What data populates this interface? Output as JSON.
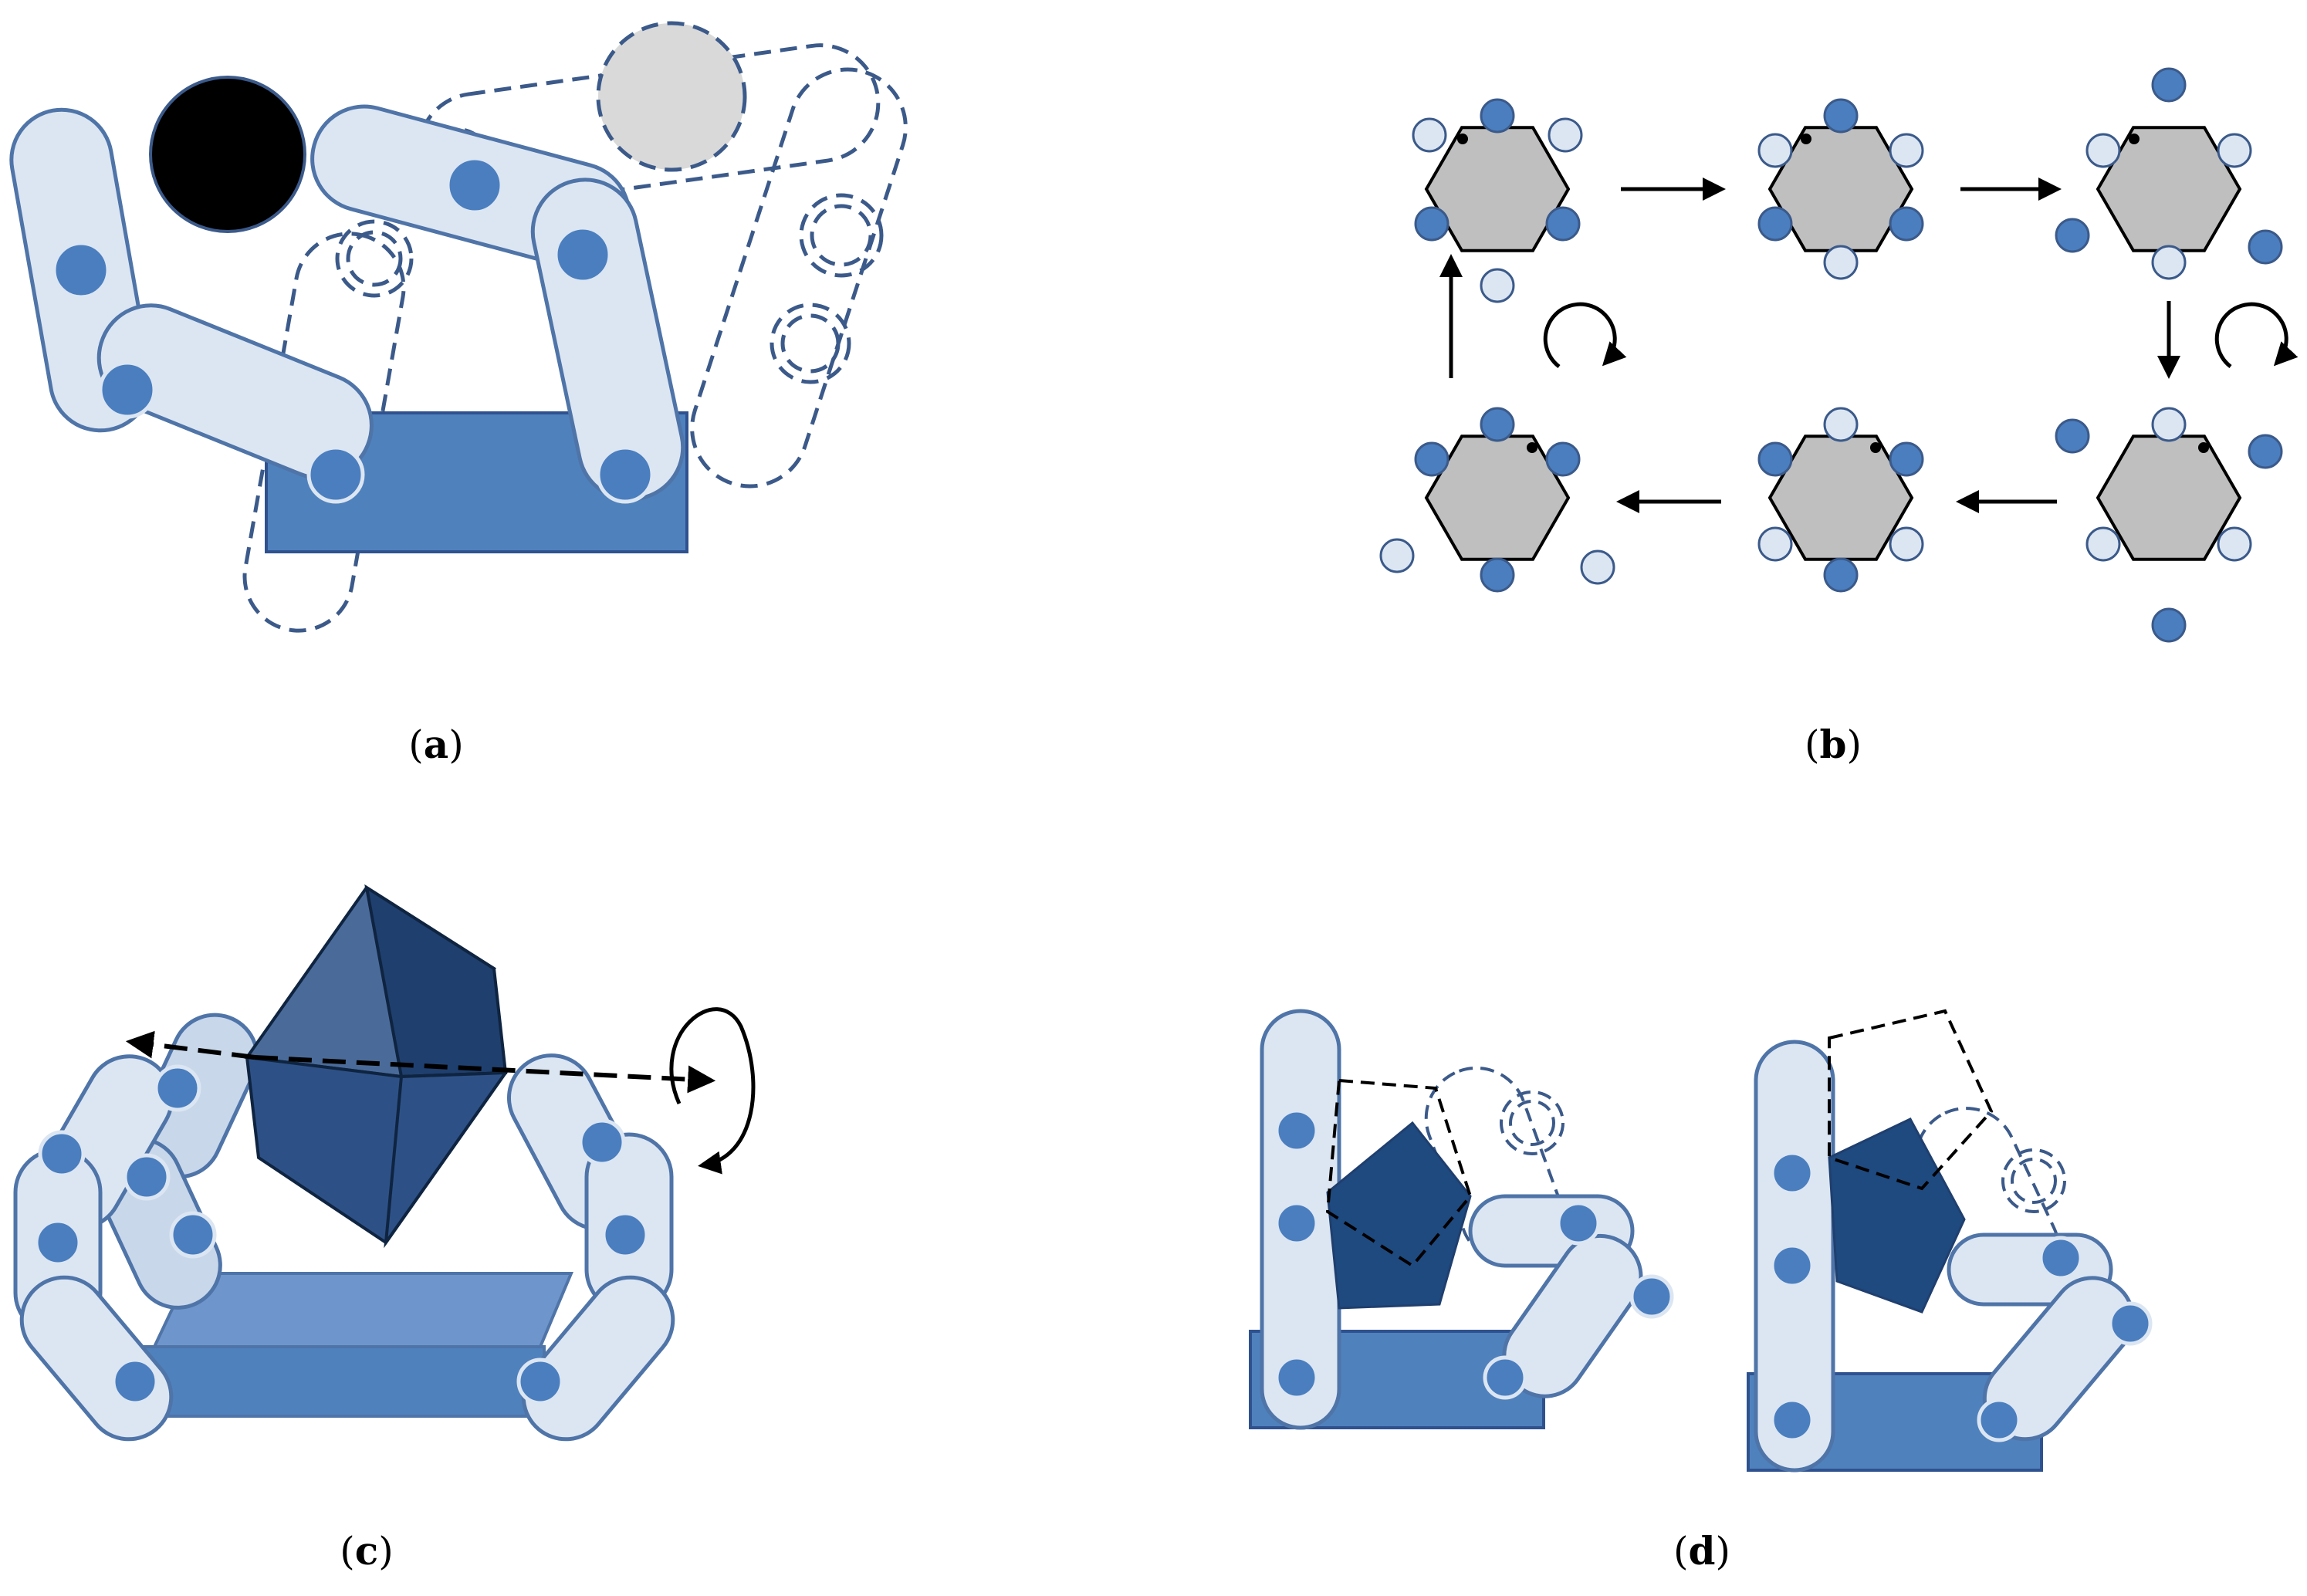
{
  "captions": {
    "a": {
      "open": "(",
      "letter": "a",
      "close": ")"
    },
    "b": {
      "open": "(",
      "letter": "b",
      "close": ")"
    },
    "c": {
      "open": "(",
      "letter": "c",
      "close": ")"
    },
    "d": {
      "open": "(",
      "letter": "d",
      "close": ")"
    }
  },
  "colors": {
    "link_fill": "#dce6f2",
    "link_stroke": "#4f74a8",
    "joint": "#4a7ebf",
    "base": "#4f81bd",
    "dashed": "#3b5a8a",
    "black_ball": "#000000",
    "grey_ball": "#d9d9d9",
    "hexagon": "#bfbfbf",
    "cube_dark": "#1f3f6e",
    "cube_mid": "#2d5187",
    "cube_light": "#4a6b9a",
    "pentagon": "#1f4a80"
  }
}
